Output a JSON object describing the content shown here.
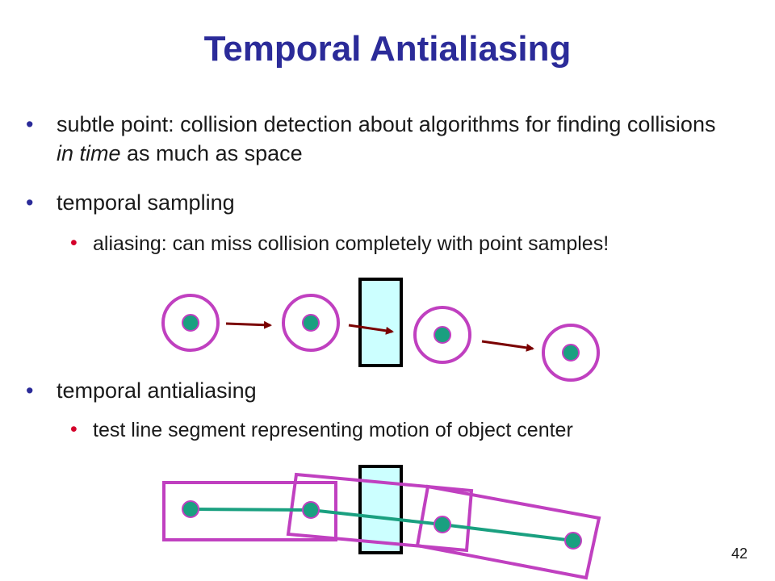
{
  "slide": {
    "title": "Temporal Antialiasing",
    "page_number": "42",
    "bullets": [
      {
        "text_before": "subtle point: collision detection about algorithms for finding collisions ",
        "text_emphasis": "in time",
        "text_after": " as much as space"
      },
      {
        "text": "temporal sampling"
      },
      {
        "text": "aliasing: can miss collision completely with point samples!"
      },
      {
        "text": "temporal antialiasing"
      },
      {
        "text": "test line segment representing motion of object center"
      }
    ]
  },
  "colors": {
    "title": "#2b2b99",
    "circle_outline": "#c040c0",
    "center_dot": "#1aa080",
    "arrow": "#7a0000",
    "obstacle_fill": "#ccffff",
    "motion_line": "#1aa080",
    "sub_bullet": "#d4002a"
  }
}
